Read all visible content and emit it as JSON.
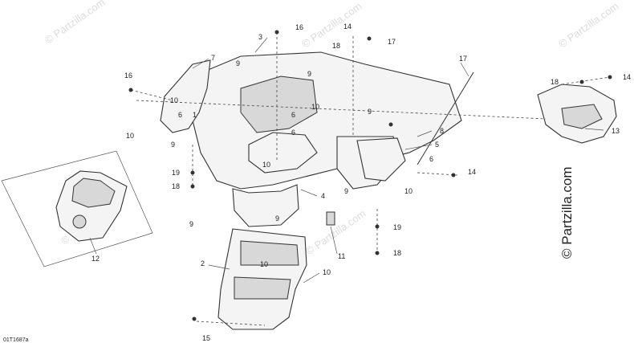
{
  "diagram": {
    "watermark_text": "© Partzilla.com",
    "watermark_main": "© Partzilla.com",
    "figure_code": "01T1687a",
    "callouts": [
      "1",
      "2",
      "3",
      "4",
      "5",
      "6",
      "7",
      "8",
      "9",
      "10",
      "11",
      "12",
      "13",
      "14",
      "15",
      "16",
      "17",
      "18",
      "19"
    ]
  }
}
